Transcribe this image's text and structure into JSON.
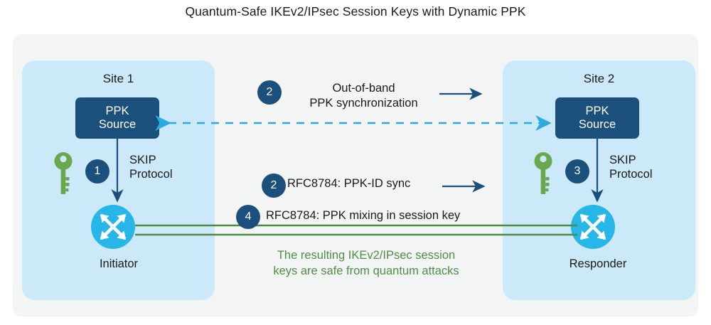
{
  "title": "Quantum-Safe IKEv2/IPsec Session Keys with Dynamic PPK",
  "colors": {
    "outer_panel": "#f3f5f4",
    "site_panel": "#cbe9f8",
    "ppk_box": "#1b4f7c",
    "router": "#27b6e8",
    "badge": "#1b4f7c",
    "key": "#6aa84f",
    "dashed_arrow": "#29abe2",
    "solid_arrow": "#1b4f7c",
    "session_line": "#4f8d46",
    "note_text": "#4f8d46"
  },
  "sites": {
    "left": {
      "title": "Site 1",
      "ppk_source": "PPK\nSource",
      "ppk_line1": "PPK",
      "ppk_line2": "Source",
      "skip_line1": "SKIP",
      "skip_line2": "Protocol",
      "badge": "1",
      "device_label": "Initiator",
      "key_icon": "key-icon",
      "router_icon": "router-icon"
    },
    "right": {
      "title": "Site 2",
      "ppk_source": "PPK\nSource",
      "ppk_line1": "PPK",
      "ppk_line2": "Source",
      "skip_line1": "SKIP",
      "skip_line2": "Protocol",
      "badge": "3",
      "device_label": "Responder",
      "key_icon": "key-icon",
      "router_icon": "router-icon"
    }
  },
  "center": {
    "oob": {
      "badge": "2",
      "line1": "Out-of-band",
      "line2": "PPK synchronization"
    },
    "rfc_sync": {
      "badge": "2",
      "label": "RFC8784: PPK-ID sync"
    },
    "rfc_mixing": {
      "badge": "4",
      "label": "RFC8784: PPK mixing in session key"
    },
    "note": {
      "line1": "The resulting IKEv2/IPsec session",
      "line2": "keys are safe from quantum attacks"
    }
  }
}
